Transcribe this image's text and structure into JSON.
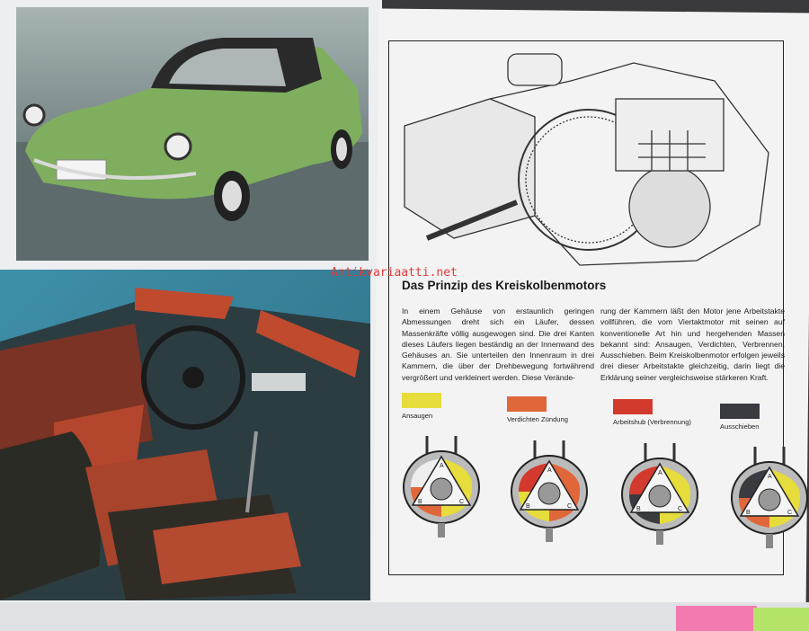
{
  "watermark": "Antikvariaatti.net",
  "article": {
    "title": "Das Prinzip des Kreiskolbenmotors",
    "column1": "In einem Gehäuse von erstaunlich geringen Abmessungen dreht sich ein Läufer, dessen Massenkräfte völlig ausgewogen sind. Die drei Kanten dieses Läufers liegen beständig an der Innenwand des Gehäuses an. Sie unterteilen den Innenraum in drei Kammern, die über der Drehbewegung fortwährend vergrößert und verkleinert werden. Diese Verände-",
    "column2": "rung der Kammern läßt den Motor jene Arbeitstakte vollführen, die vom Viertaktmotor mit seinen auf konventionelle Art hin und hergehenden Massen bekannt sind: Ansaugen, Verdichten, Verbrennen, Ausschieben. Beim Kreiskolbenmotor erfolgen jeweils drei dieser Arbeitstakte gleichzeitig, darin liegt die Erklärung seiner vergleichsweise stärkeren Kraft."
  },
  "legend": [
    {
      "label": "Ansaugen",
      "color": "#e6dc3c"
    },
    {
      "label": "Verdichten Zündung",
      "color": "#e0673a"
    },
    {
      "label": "Arbeitshub (Verbrennung)",
      "color": "#d33a2e"
    },
    {
      "label": "Ausschieben",
      "color": "#3a3b40"
    }
  ],
  "rotor_labels": [
    "A",
    "B",
    "C"
  ]
}
